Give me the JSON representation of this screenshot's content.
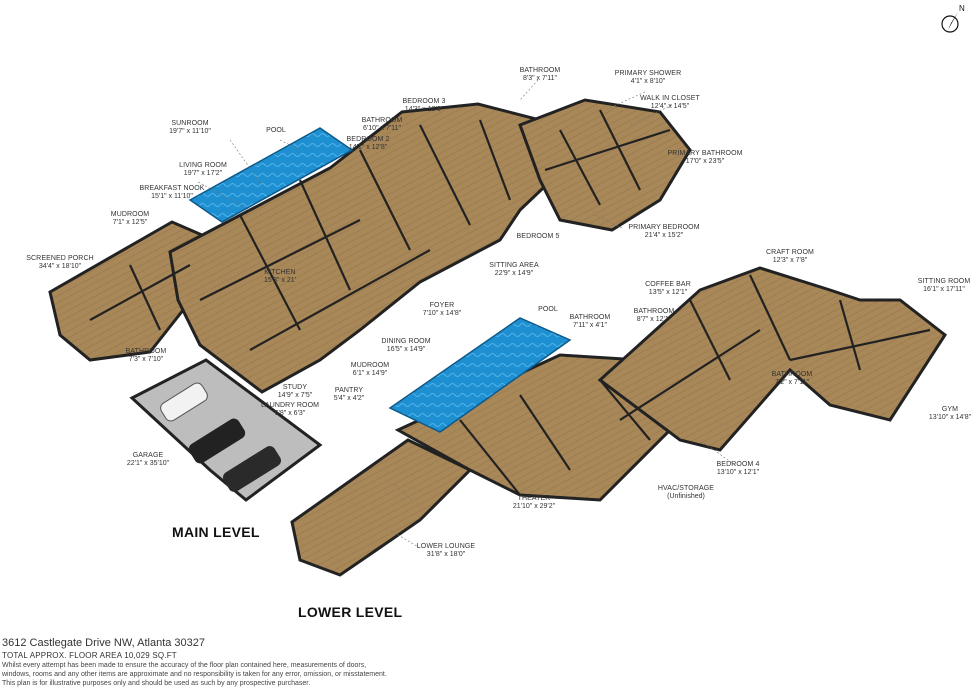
{
  "levels": {
    "main": "MAIN LEVEL",
    "lower": "LOWER LEVEL"
  },
  "compass": {
    "north_label": "N"
  },
  "footer": {
    "address": "3612 Castlegate Drive NW, Atlanta 30327",
    "floor_area": "TOTAL APPROX. FLOOR AREA 10,029 SQ.FT",
    "disclaimer": [
      "Whilst every attempt has been made to ensure the accuracy of the floor plan contained here, measurements of doors,",
      "windows, rooms and any other items are approximate and no responsibility is taken for any error, omission, or misstatement.",
      "This plan is for illustrative purposes only and should be used as such by any prospective purchaser."
    ]
  },
  "rooms": [
    {
      "name": "Bathroom",
      "dims": "8'3\" x 7'11\""
    },
    {
      "name": "Primary Shower",
      "dims": "4'1\" x 8'10\""
    },
    {
      "name": "Walk In Closet",
      "dims": "12'4\" x 14'5\""
    },
    {
      "name": "Primary Bathroom",
      "dims": "17'0\" x 23'5\""
    },
    {
      "name": "Bedroom 3",
      "dims": "14'3\" x 12'8\""
    },
    {
      "name": "Bathroom",
      "dims": "6'10\" x 7'11\""
    },
    {
      "name": "Bedroom 2",
      "dims": "14'1\" x 12'8\""
    },
    {
      "name": "Pool",
      "dims": ""
    },
    {
      "name": "Sunroom",
      "dims": "19'7\" x 11'10\""
    },
    {
      "name": "Living Room",
      "dims": "19'7\" x 17'2\""
    },
    {
      "name": "Breakfast Nook",
      "dims": "15'1\" x 11'10\""
    },
    {
      "name": "Mudroom",
      "dims": "7'1\" x 12'5\""
    },
    {
      "name": "Screened Porch",
      "dims": "34'4\" x 18'10\""
    },
    {
      "name": "Kitchen",
      "dims": "15'8\" x 21'"
    },
    {
      "name": "Bathroom",
      "dims": "7'3\" x 7'10\""
    },
    {
      "name": "Bedroom 5",
      "dims": ""
    },
    {
      "name": "Primary Bedroom",
      "dims": "21'4\" x 15'2\""
    },
    {
      "name": "Sitting Area",
      "dims": "22'9\" x 14'9\""
    },
    {
      "name": "Foyer",
      "dims": "7'10\" x 14'8\""
    },
    {
      "name": "Dining Room",
      "dims": "16'5\" x 14'9\""
    },
    {
      "name": "Mudroom",
      "dims": "6'1\" x 14'9\""
    },
    {
      "name": "Pantry",
      "dims": "5'4\" x 4'2\""
    },
    {
      "name": "Study",
      "dims": "14'9\" x 7'5\""
    },
    {
      "name": "Laundry Room",
      "dims": "6'8\" x 6'3\""
    },
    {
      "name": "Garage",
      "dims": "22'1\" x 35'10\""
    },
    {
      "name": "Pool",
      "dims": ""
    },
    {
      "name": "Bathroom",
      "dims": "7'11\" x 4'1\""
    },
    {
      "name": "Coffee Bar",
      "dims": "13'5\" x 12'1\""
    },
    {
      "name": "Bathroom",
      "dims": "8'7\" x 12'1\""
    },
    {
      "name": "Craft Room",
      "dims": "12'3\" x 7'8\""
    },
    {
      "name": "Sitting Room",
      "dims": "16'1\" x 17'11\""
    },
    {
      "name": "Bathroom",
      "dims": "7'2\" x 7'11\""
    },
    {
      "name": "Gym",
      "dims": "13'10\" x 14'8\""
    },
    {
      "name": "Bedroom 4",
      "dims": "13'10\" x 12'1\""
    },
    {
      "name": "HVAC/Storage",
      "dims": "(Unfinished)"
    },
    {
      "name": "Theater",
      "dims": "21'10\" x 29'2\""
    },
    {
      "name": "Lower Lounge",
      "dims": "31'8\" x 18'0\""
    }
  ],
  "colors": {
    "floor": "#a88758",
    "wall": "#1f1f1f",
    "pool": "#1e8fd0",
    "garage": "#b9b9b9"
  }
}
